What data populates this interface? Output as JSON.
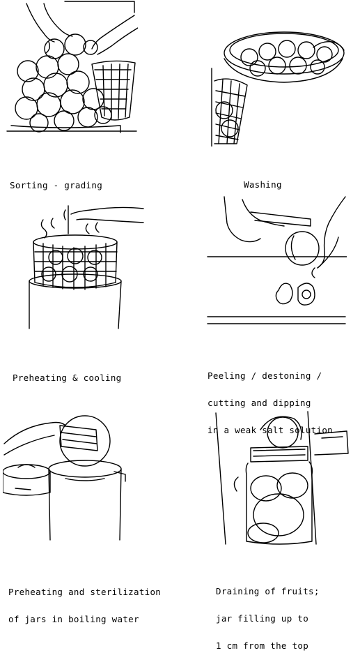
{
  "steps": [
    {
      "caption_lines": [
        "Sorting - grading"
      ]
    },
    {
      "caption_lines": [
        "Washing"
      ]
    },
    {
      "caption_lines": [
        "Preheating & cooling"
      ]
    },
    {
      "caption_lines": [
        "Peeling / destoning /",
        "cutting and dipping",
        "in a weak salt solution"
      ]
    },
    {
      "caption_lines": [
        "Preheating and sterilization",
        "of jars in boiling water"
      ]
    },
    {
      "caption_lines": [
        "Draining of fruits;",
        "jar filling up to",
        "1 cm from the top"
      ]
    }
  ]
}
